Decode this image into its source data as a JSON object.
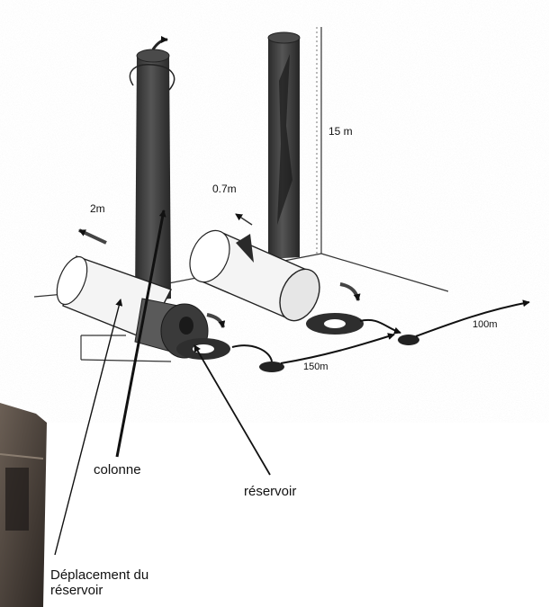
{
  "diagram": {
    "dimension_labels": {
      "height": "15 m",
      "tilted_column_width": "0.7m",
      "fallen_cylinder_width": "2m"
    },
    "distance_labels": {
      "first_hop": "150m",
      "second_hop": "100m"
    },
    "callouts": {
      "column": "colonne",
      "reservoir": "réservoir",
      "reservoir_displacement": "Déplacement du réservoir"
    },
    "colors": {
      "ink": "#111111",
      "column_dark": "#3a3a3a",
      "cylinder_light": "#f2f2f2",
      "disc_dark": "#2e2e2e",
      "photo_dark": "#4a4038"
    }
  }
}
